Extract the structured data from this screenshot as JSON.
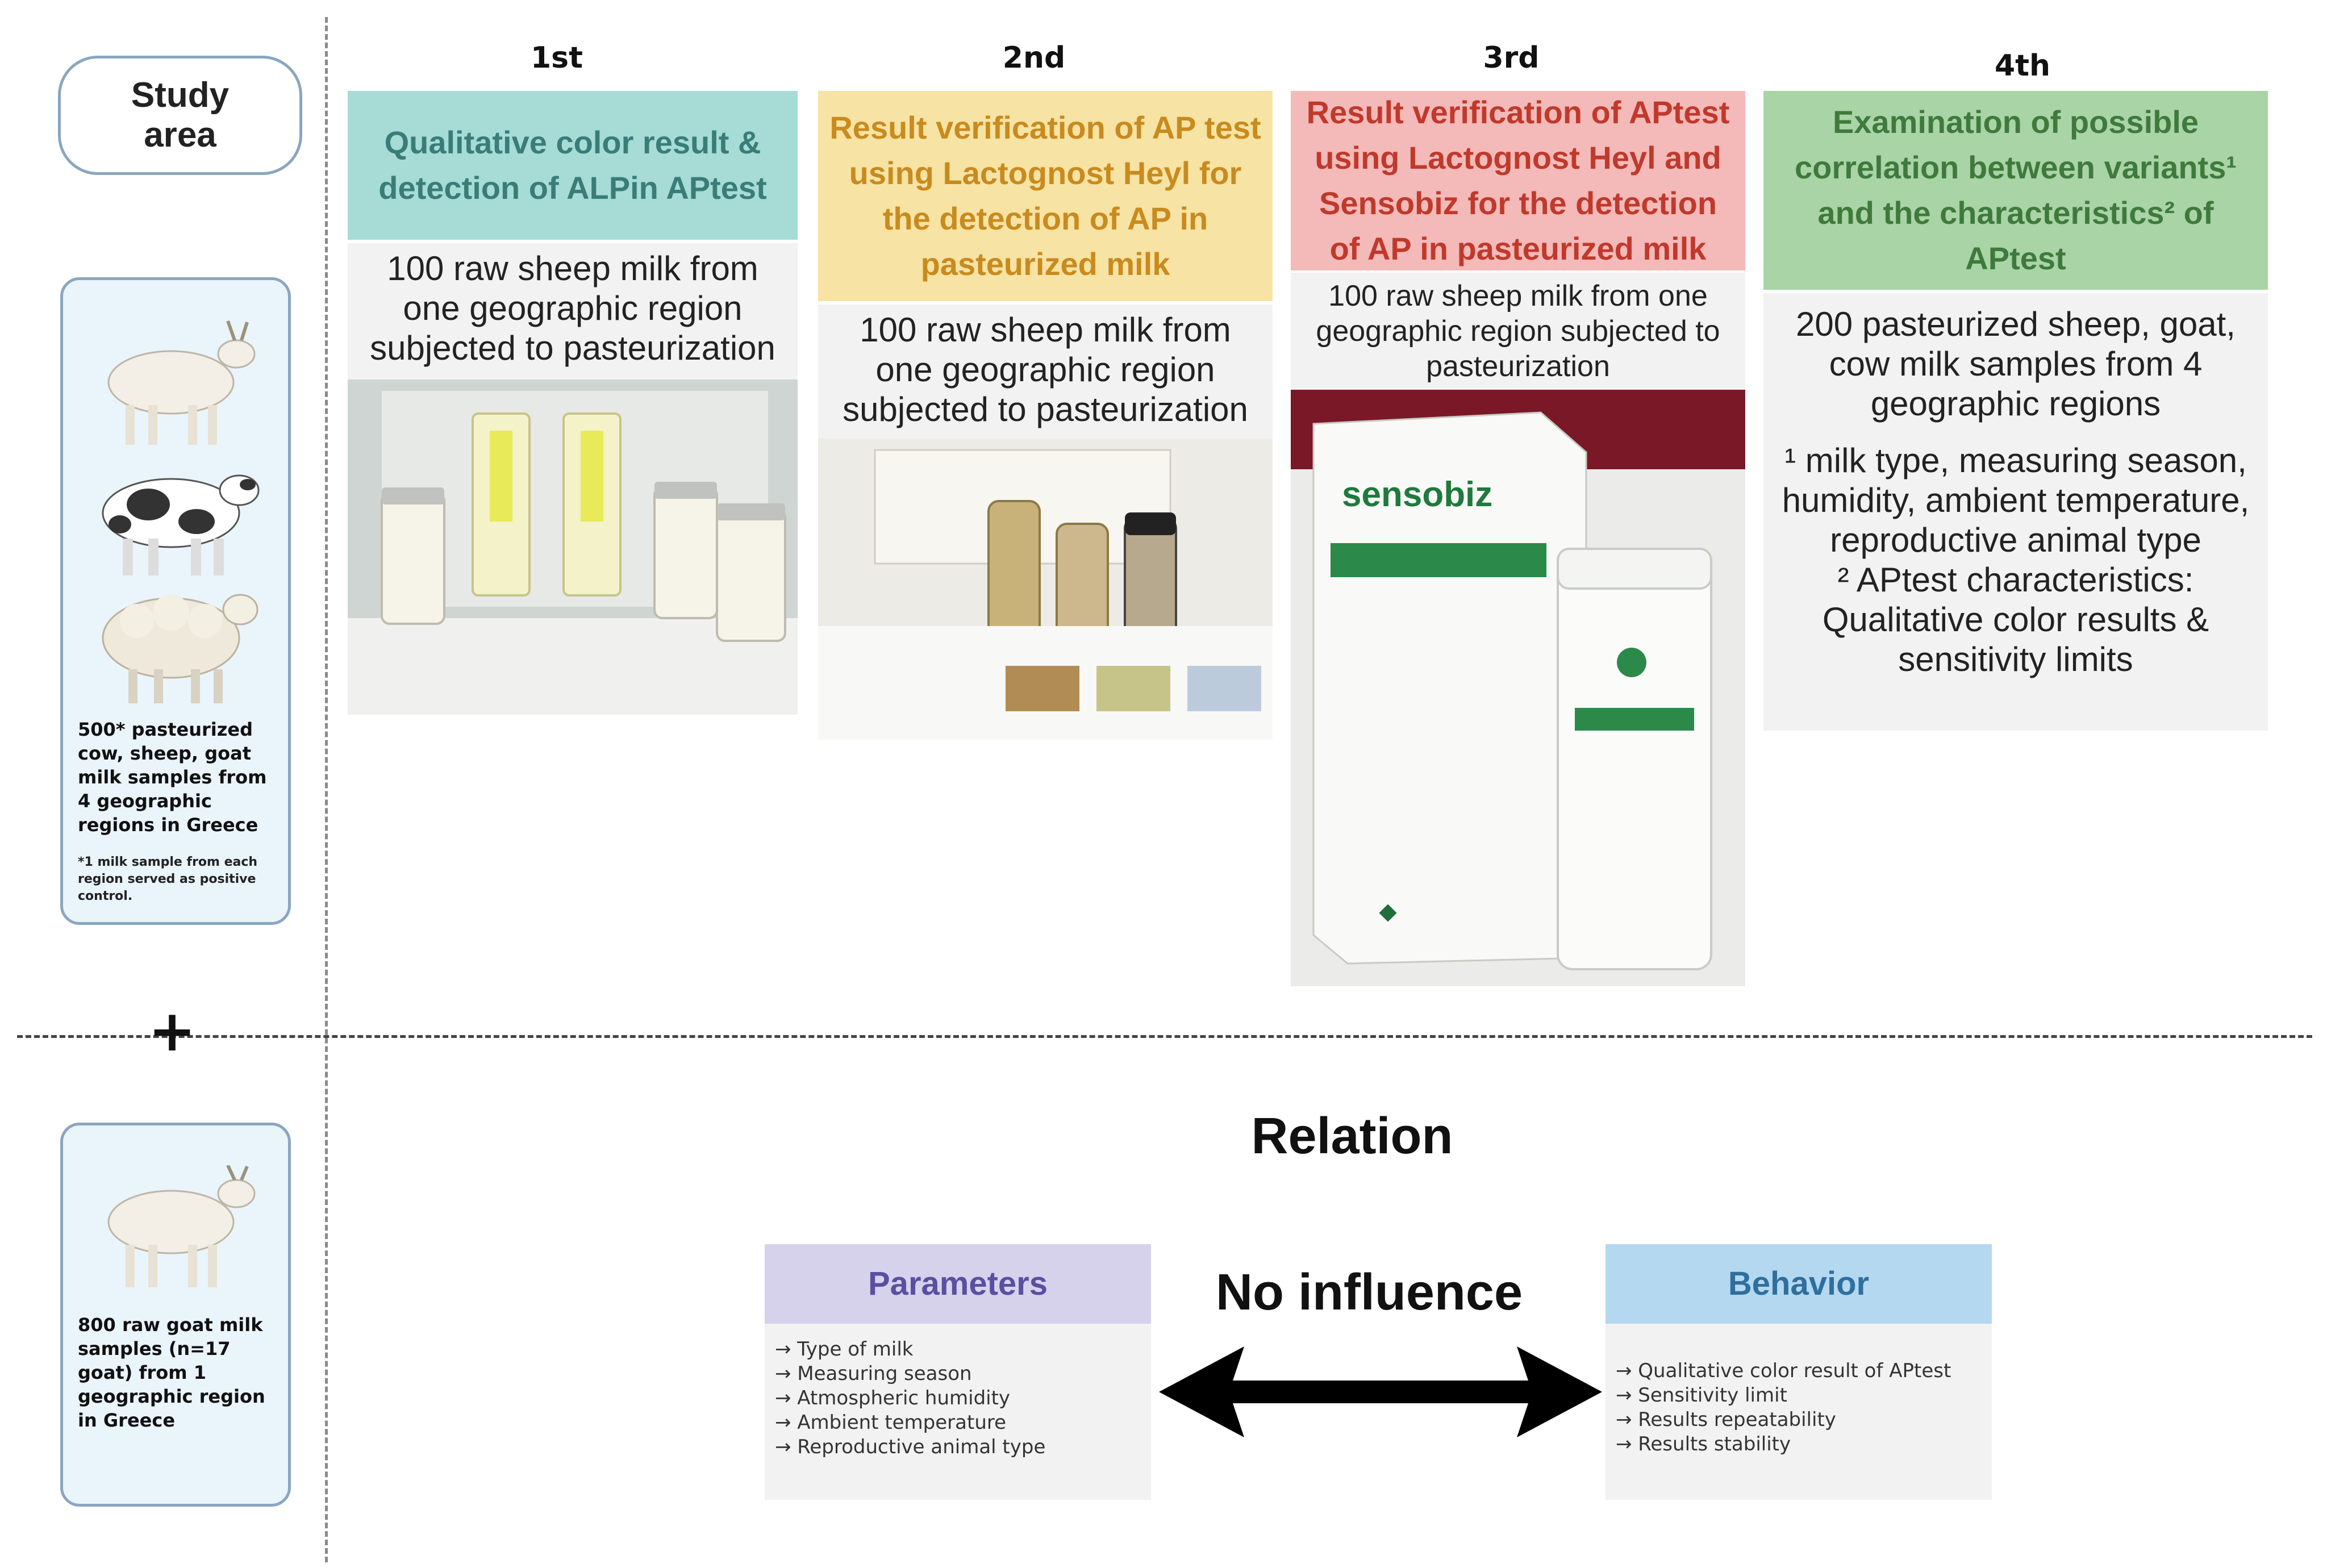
{
  "study_area": {
    "label": "Study area",
    "group1": {
      "animals": [
        "goat",
        "cow",
        "sheep"
      ],
      "caption": "500* pasteurized cow, sheep, goat milk samples from 4 geographic regions in Greece",
      "note": "*1 milk sample from each region served as positive control."
    },
    "plus": "+",
    "group2": {
      "animals": [
        "goat"
      ],
      "caption": "800 raw goat milk samples (n=17 goat) from 1 geographic region in Greece"
    }
  },
  "steps": [
    {
      "label": "1st",
      "title": "Qualitative color result & detection of ALPin APtest",
      "title_bg": "#a6dbd6",
      "title_color": "#3a7d78",
      "body": "100 raw sheep milk from one geographic region subjected to pasteurization",
      "photo": "aptest-vials-photo"
    },
    {
      "label": "2nd",
      "title": "Result verification of AP test using Lactognost Heyl for the detection of AP in pasteurized milk",
      "title_bg": "#f7e3a3",
      "title_color": "#c98a1e",
      "body": "100 raw sheep milk from one geographic region subjected to pasteurization",
      "photo": "lactognost-kit-photo"
    },
    {
      "label": "3rd",
      "title": "Result verification of APtest using Lactognost Heyl and Sensobiz for the detection of AP in pasteurized milk",
      "title_bg": "#f4b9b9",
      "title_color": "#c0392b",
      "body": "100 raw sheep milk from one geographic region subjected to pasteurization",
      "photo": "sensobiz-kit-photo",
      "photo_text": "sensobiz"
    },
    {
      "label": "4th",
      "title": "Examination of possible correlation between variants¹ and the characteristics² of APtest",
      "title_bg": "#a9d4a6",
      "title_color": "#3f7a3c",
      "body": "200 pasteurized sheep, goat, cow milk samples from 4 geographic regions",
      "footnote1": "¹ milk type, measuring season, humidity, ambient temperature, reproductive animal type",
      "footnote2": "² APtest characteristics: Qualitative color results & sensitivity limits"
    }
  ],
  "relation": {
    "title": "Relation",
    "connector": "No influence",
    "parameters": {
      "title": "Parameters",
      "title_bg": "#d6d2ec",
      "title_color": "#5a4fa0",
      "items": [
        "→ Type of milk",
        "→ Measuring season",
        "→ Atmospheric humidity",
        "→ Ambient temperature",
        "→ Reproductive animal type"
      ]
    },
    "behavior": {
      "title": "Behavior",
      "title_bg": "#b4d8ef",
      "title_color": "#2f6f9f",
      "items": [
        "→ Qualitative color result of APtest",
        "→ Sensitivity limit",
        "→ Results repeatability",
        "→ Results stability"
      ]
    }
  }
}
